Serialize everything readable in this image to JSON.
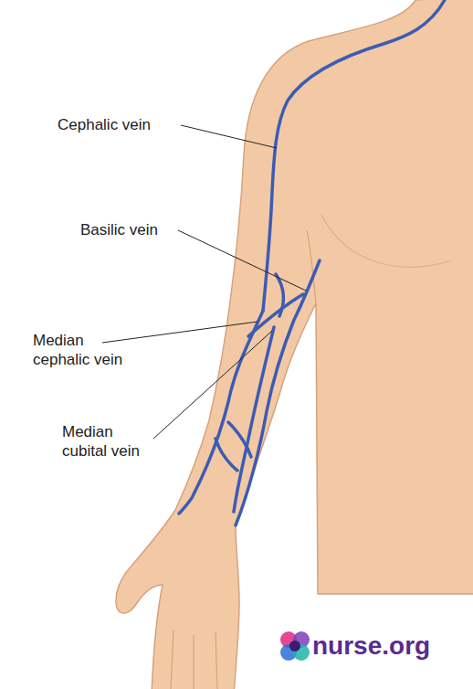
{
  "diagram": {
    "labels": [
      "Cephalic vein",
      "Basilic vein",
      "Median cephalic vein",
      "Median cubital vein",
      "nurse.org"
    ]
  }
}
